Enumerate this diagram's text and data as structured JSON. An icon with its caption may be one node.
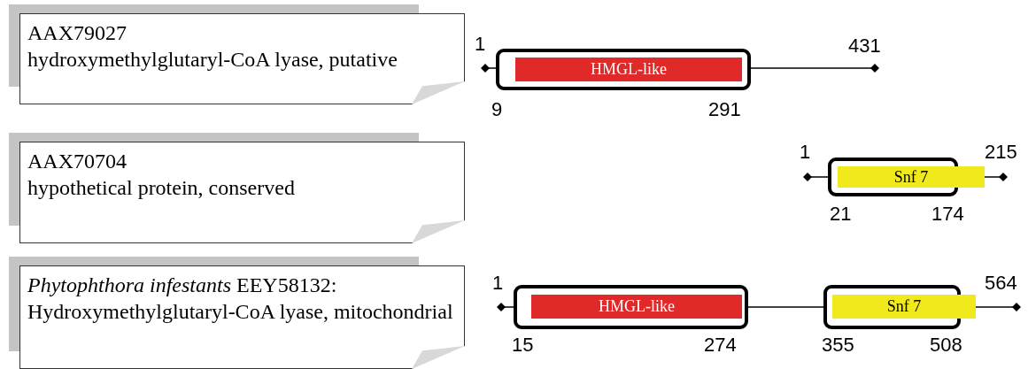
{
  "diagram": {
    "nodes": [
      {
        "text": [
          "AAX79027",
          "hydroxymethylglutaryl-CoA lyase, putative"
        ]
      },
      {
        "text": [
          "HMGL-like"
        ]
      },
      {
        "text": [
          "AAX70704",
          "hypothetical protein, conserved"
        ]
      },
      {
        "text": [
          "Snf 7"
        ]
      },
      {
        "text": [
          "*Phytophthora infestants* EEY58132: Hydroxymethylglutaryl-CoA lyase, mitochondrial"
        ]
      },
      {
        "text": [
          "HMGL-like"
        ]
      },
      {
        "text": [
          "Snf 7"
        ]
      }
    ],
    "labels": [
      "1",
      "431",
      "9",
      "291",
      "1",
      "215",
      "21",
      "174",
      "1",
      "564",
      "15",
      "274",
      "355",
      "508"
    ]
  }
}
